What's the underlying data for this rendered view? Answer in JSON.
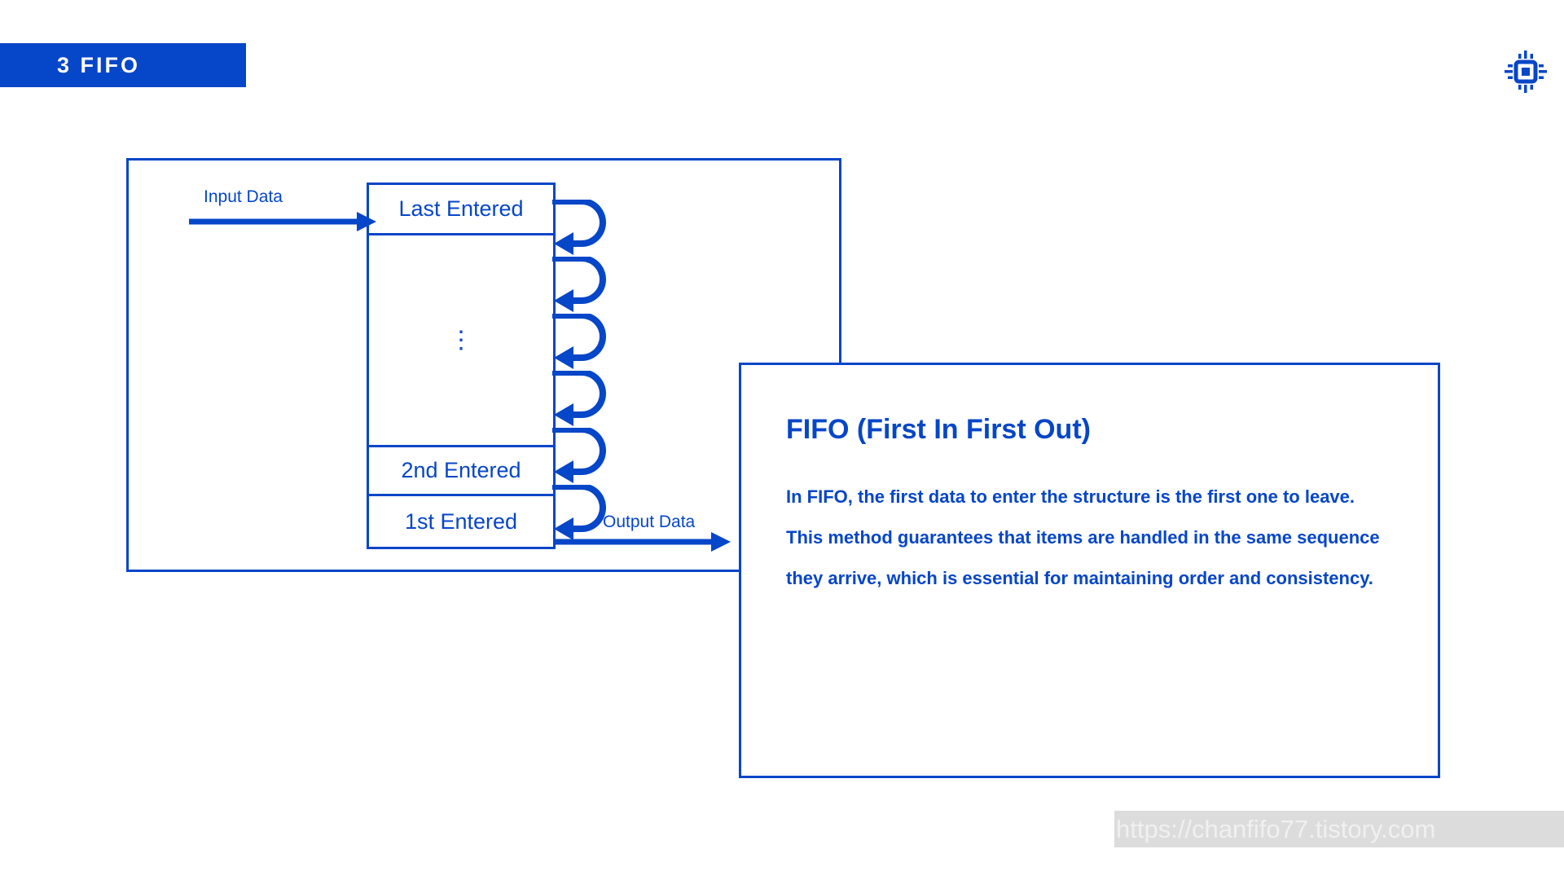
{
  "slide": {
    "background_color": "#ffffff",
    "accent_color": "#0646c8"
  },
  "header": {
    "banner_label": "3 FIFO",
    "banner_color": "#0646c8",
    "banner_text_color": "#ffffff",
    "icon": "microchip-icon"
  },
  "diagram": {
    "input_label": "Input Data",
    "output_label": "Output Data",
    "queue_cells": [
      {
        "label": "Last Entered"
      },
      {
        "label": "⋮"
      },
      {
        "label": "2nd Entered"
      },
      {
        "label": "1st Entered"
      }
    ],
    "uturn_arrow_count": 6,
    "uturn_arrow_icon": "uturn-arrow-icon",
    "input_arrow_icon": "arrow-right-icon",
    "output_arrow_icon": "arrow-right-icon"
  },
  "info_panel": {
    "heading": "FIFO (First In First Out)",
    "paragraphs": [
      "In FIFO, the first data to enter the structure is the first one to leave.",
      "This method guarantees that items are handled in the same sequence they arrive, which is essential for maintaining order and consistency."
    ]
  },
  "watermark": {
    "url": "https://chanfifo77.tistory.com",
    "background_color": "#dcdcdc",
    "text_color": "#f0f0f0"
  }
}
